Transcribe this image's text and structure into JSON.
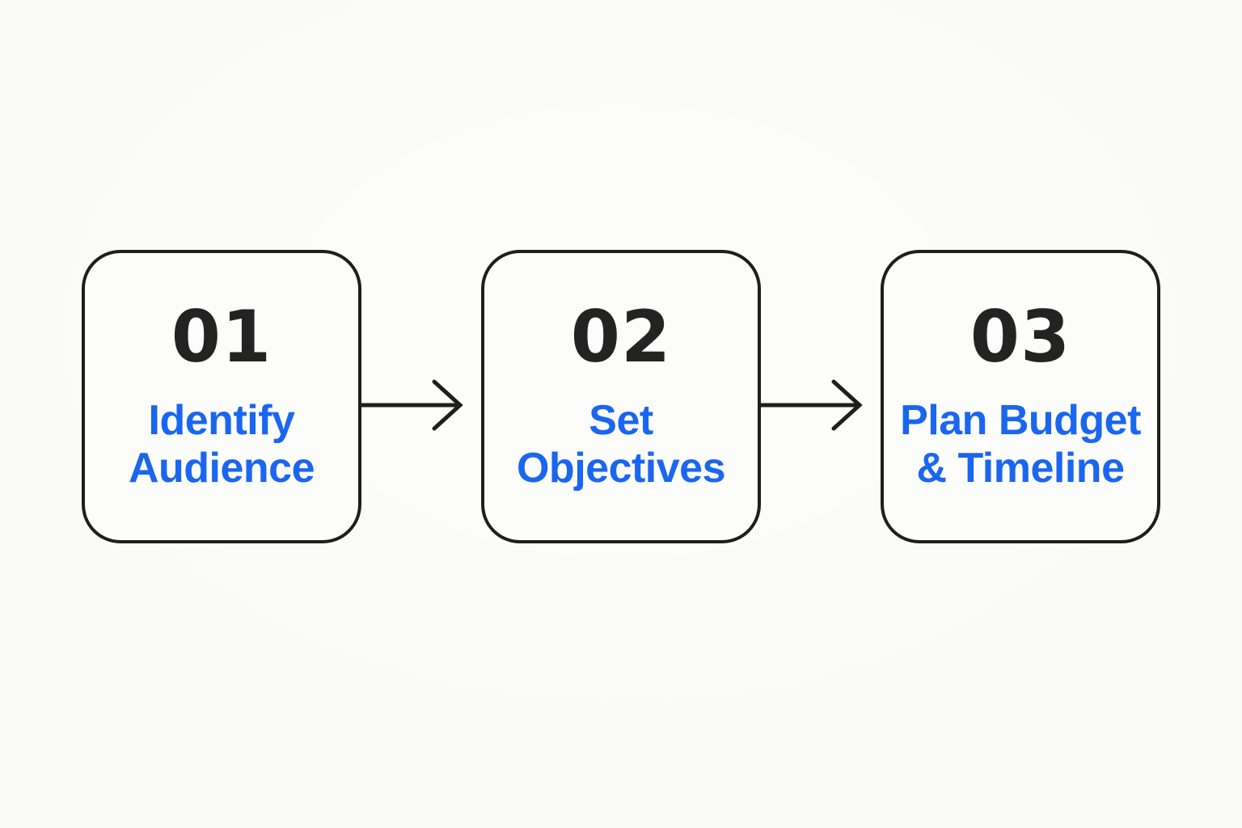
{
  "colors": {
    "accent_blue": "#1a66f0",
    "ink": "#1e1e1e",
    "background": "#fafaf8"
  },
  "diagram": {
    "type": "process-flow",
    "direction": "left-to-right",
    "steps": [
      {
        "number": "01",
        "label": "Identify Audience",
        "line1": "Identify",
        "line2": "Audience"
      },
      {
        "number": "02",
        "label": "Set Objectives",
        "line1": "Set",
        "line2": "Objectives"
      },
      {
        "number": "03",
        "label": "Plan Budget & Timeline",
        "line1": "Plan Budget",
        "line2": "& Timeline"
      }
    ],
    "connectors": [
      {
        "icon": "arrow-right-icon"
      },
      {
        "icon": "arrow-right-icon"
      }
    ]
  }
}
